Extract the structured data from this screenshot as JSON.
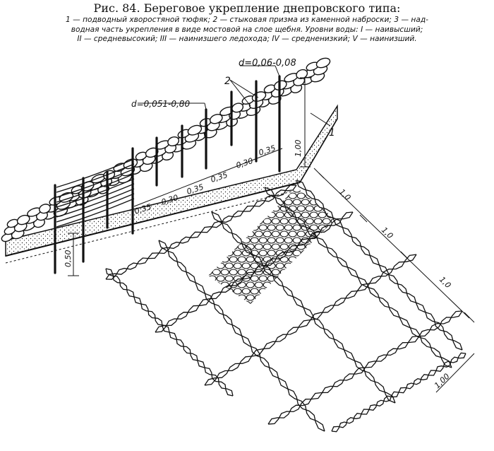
{
  "figure": {
    "title": "Рис. 84. Береговое укрепление днепровского типа:",
    "legend_lines": [
      "1 — подводный хворостяной тюфяк; 2 — стыковая призма из каменной наброски; 3 — над-",
      "водная часть укрепления в виде мостовой на слое щебня. Уровни воды: I — наивысший;",
      "II — средневысокий; III — наинизшего ледохода; IV — средненизкий; V — наинизший."
    ]
  },
  "drawing": {
    "label_d_top": "d=0,06-0,08",
    "label_d_left": "d=0,051-0,80",
    "label_2": "2",
    "label_1": "1",
    "dim_100_vertical": "1,00",
    "dim_050": "0,50",
    "spacing_labels": [
      "0,35",
      "0,30",
      "0,35",
      "0,35",
      "0,30",
      "0,35"
    ],
    "mesh_dims": [
      "1,0",
      "1,0",
      "1,0",
      "1,00"
    ]
  }
}
